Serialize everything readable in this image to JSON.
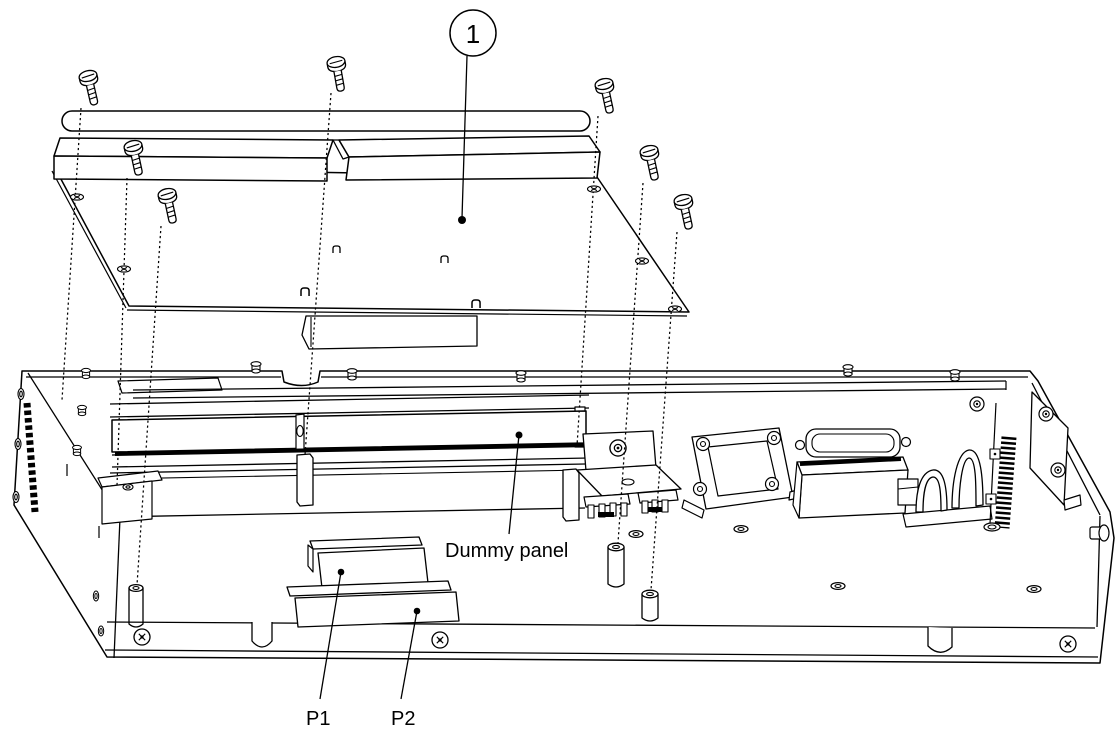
{
  "figure": {
    "type": "exploded-assembly-diagram",
    "background_color": "#ffffff",
    "line_color": "#000000",
    "callout": {
      "number": "1"
    },
    "labels": {
      "dummy_panel": "Dummy panel",
      "p1": "P1",
      "p2": "P2"
    },
    "visible_counts": {
      "screws": 7,
      "screw_washers": 5,
      "standoffs": 3
    }
  }
}
